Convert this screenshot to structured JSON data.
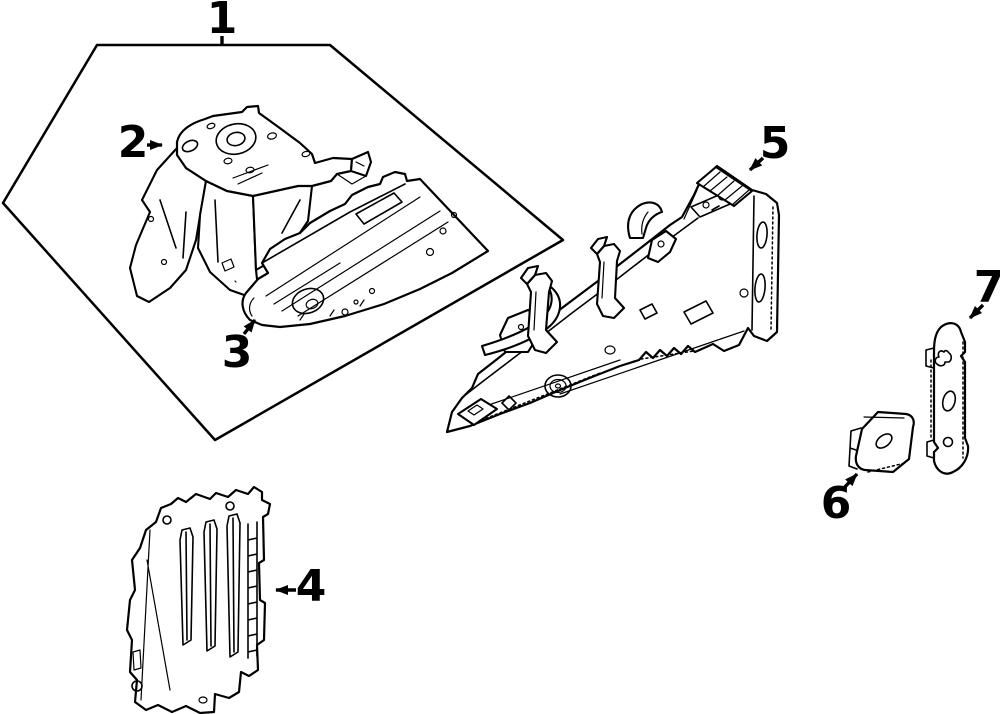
{
  "page": {
    "background_color": "#ffffff",
    "line_color": "#000000"
  },
  "diagram": {
    "type": "exploded-parts-line-diagram",
    "callouts": [
      {
        "label": "1"
      },
      {
        "label": "2"
      },
      {
        "label": "3"
      },
      {
        "label": "4"
      },
      {
        "label": "5"
      },
      {
        "label": "6"
      },
      {
        "label": "7"
      }
    ]
  }
}
